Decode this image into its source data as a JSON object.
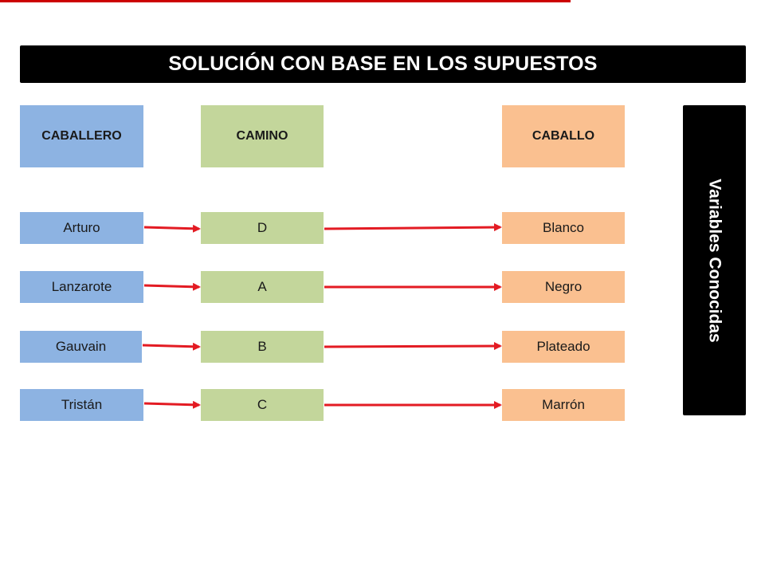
{
  "title": "SOLUCIÓN CON BASE EN LOS SUPUESTOS",
  "headers": {
    "knight": "CABALLERO",
    "road": "CAMINO",
    "horse": "CABALLO"
  },
  "side_label": "Variables Conocidas",
  "rows": [
    {
      "knight": "Arturo",
      "road": "D",
      "horse": "Blanco"
    },
    {
      "knight": "Lanzarote",
      "road": "A",
      "horse": "Negro"
    },
    {
      "knight": "Gauvain",
      "road": "B",
      "horse": "Plateado"
    },
    {
      "knight": "Tristán",
      "road": "C",
      "horse": "Marrón"
    }
  ],
  "colors": {
    "title_bg": "#000000",
    "knight": "#8db3e2",
    "road": "#c3d69b",
    "horse": "#fac090",
    "arrow": "#e31b23",
    "top_rule": "#cc0000"
  }
}
